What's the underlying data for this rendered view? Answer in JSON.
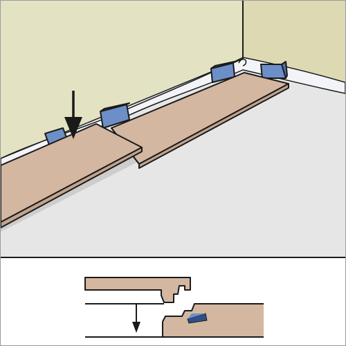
{
  "illustration": {
    "kind": "laminate-floor-installation",
    "panels": [
      "room-scene",
      "joint-detail"
    ],
    "colors": {
      "wall_back": "#e3e2c2",
      "wall_side": "#dcd9b3",
      "floor": "#e6e6e6",
      "plank": "#d4b7a1",
      "spacer": "#6d8fc8",
      "spacer_side": "#4e6fa6",
      "foam": "#f2f4f8",
      "shadow": "#c9c9c9",
      "outline": "#1a1a1a"
    },
    "icons": {
      "press_down": "down-arrow-icon",
      "joint_press": "down-arrow-icon",
      "locking_clip": "locking-clip-icon"
    }
  }
}
